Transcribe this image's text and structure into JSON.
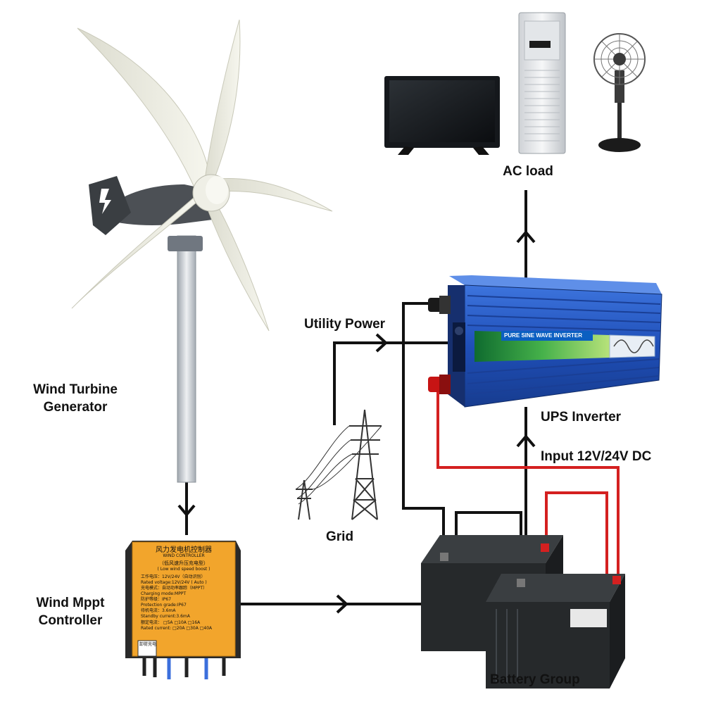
{
  "labels": {
    "ac_load": "AC load",
    "utility_power": "Utility Power",
    "wind_turbine": [
      "Wind Turbine",
      "Generator"
    ],
    "ups_inverter": "UPS Inverter",
    "input_dc": "Input 12V/24V DC",
    "grid": "Grid",
    "wind_mppt": [
      "Wind Mppt",
      "Controller"
    ],
    "battery_group": "Battery Group"
  },
  "inverter": {
    "banner": "PURE SINE WAVE INVERTER"
  },
  "controller": {
    "title_cn": "风力发电机控制器",
    "title_en": "WIND CONTROLLER",
    "subtitle_cn": "（低风速升压充电型）",
    "subtitle_en": "( Low wind speed boost )",
    "spec_lines": [
      "工作电压：12V/24V（自动识别）",
      "Rated voltage:12V/24V ( Auto )",
      "充电模式：自动功率跟踪（MPPT）",
      "Charging mode:MPPT",
      "防护等级：IP67",
      "Protection grade:IP67",
      "待机电流：3.6mA",
      "Standby current:3.6mA"
    ],
    "rated_current_cn": "额定电流：",
    "rated_current_en": "Rated current:",
    "current_options_row1": [
      "5A",
      "10A",
      "16A"
    ],
    "current_options_row2": [
      "20A",
      "30A",
      "40A"
    ],
    "terminal_labels": [
      "卸荷",
      "充电"
    ]
  },
  "colors": {
    "wire_black": "#111111",
    "wire_red": "#d42020",
    "inverter_blue": "#1f4fb8",
    "controller_orange": "#f2a52c",
    "battery_body": "#26292b"
  }
}
